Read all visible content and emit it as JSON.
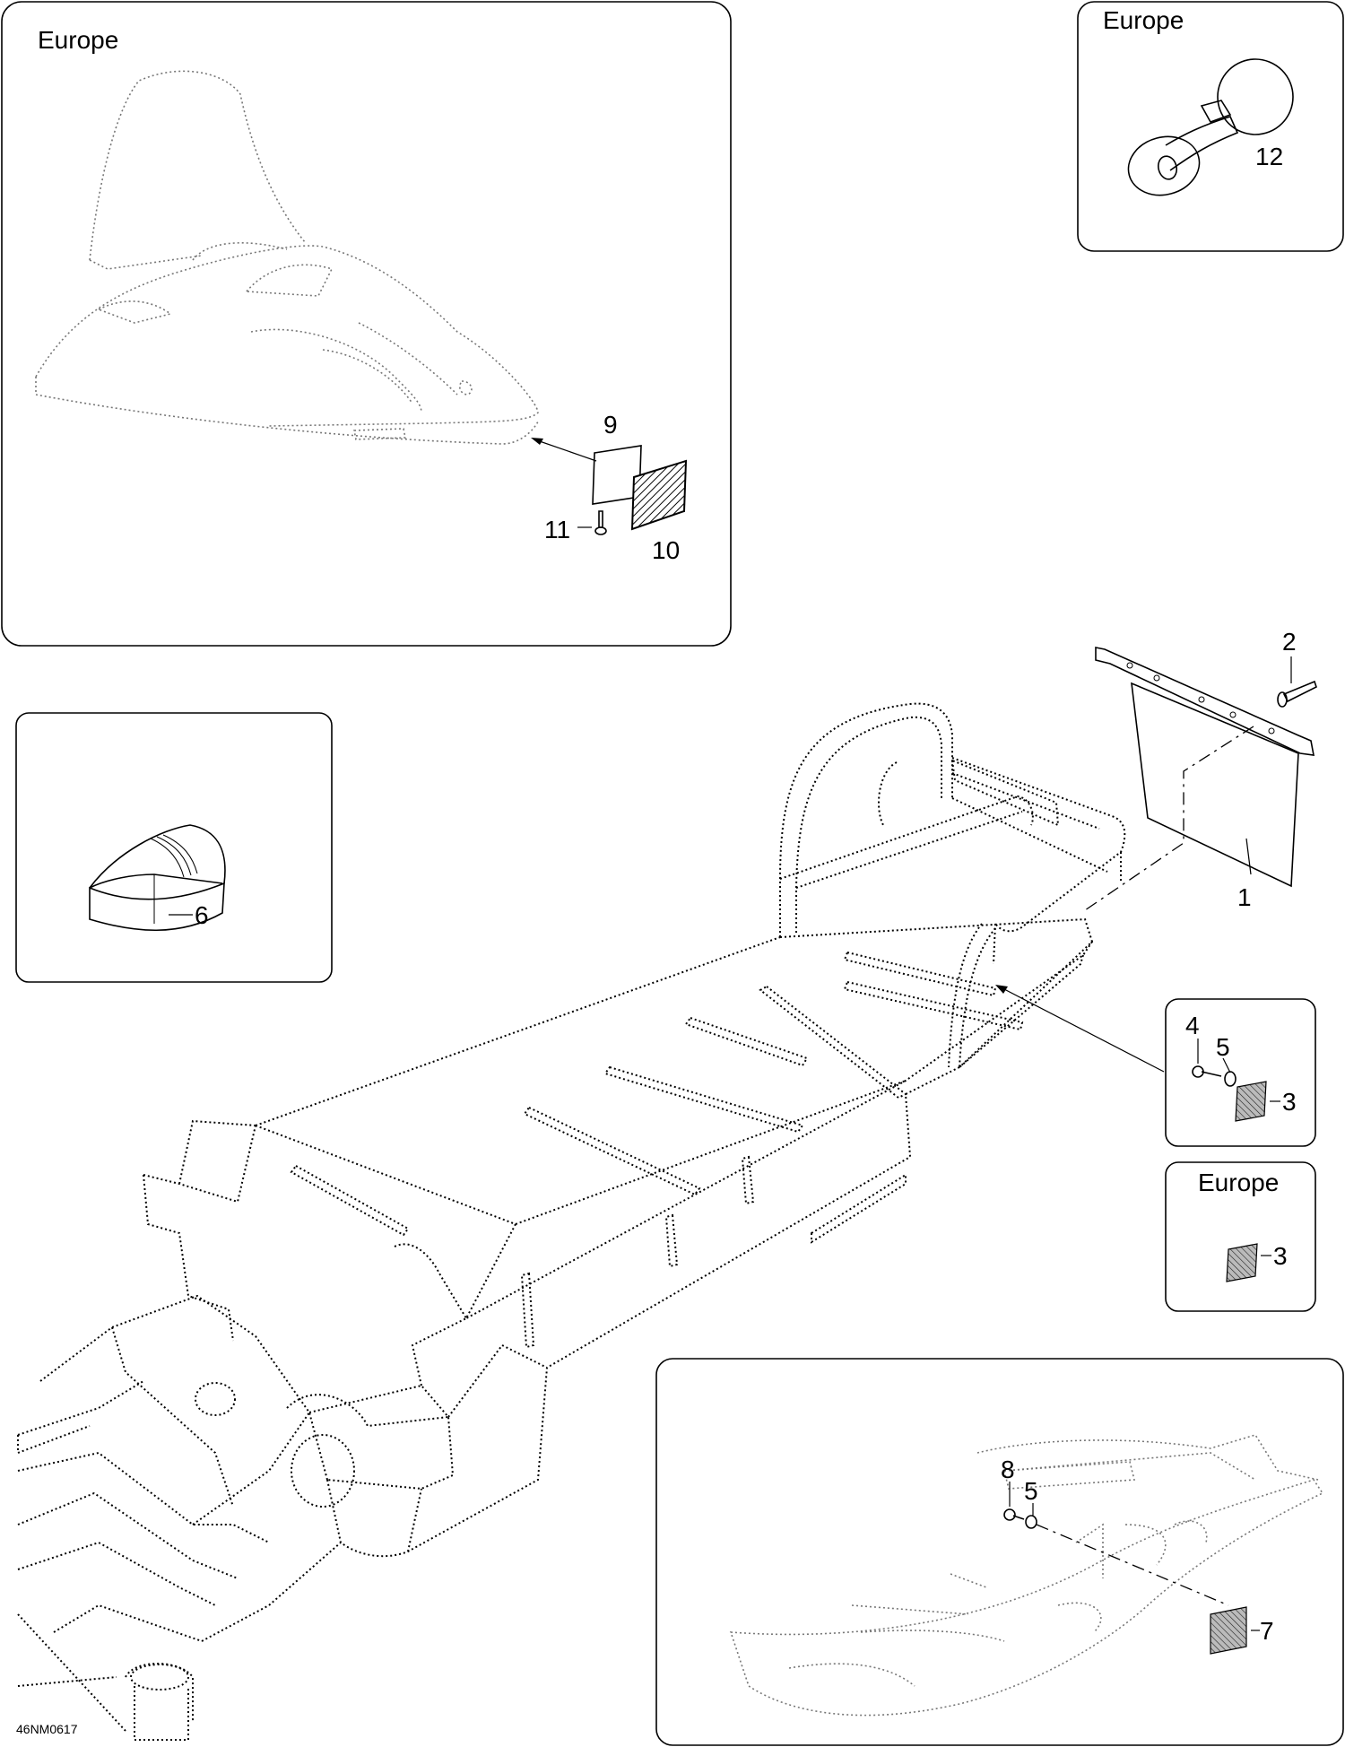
{
  "diagram": {
    "drawing_code": "46NM0617",
    "region_labels": {
      "top_left": "Europe",
      "top_right": "Europe",
      "mid_right": "Europe"
    },
    "callouts": {
      "c1": "1",
      "c2": "2",
      "c3a": "3",
      "c3b": "3",
      "c4": "4",
      "c5a": "5",
      "c5b": "5",
      "c6": "6",
      "c7": "7",
      "c8": "8",
      "c9": "9",
      "c10": "10",
      "c11": "11",
      "c12": "12"
    }
  }
}
